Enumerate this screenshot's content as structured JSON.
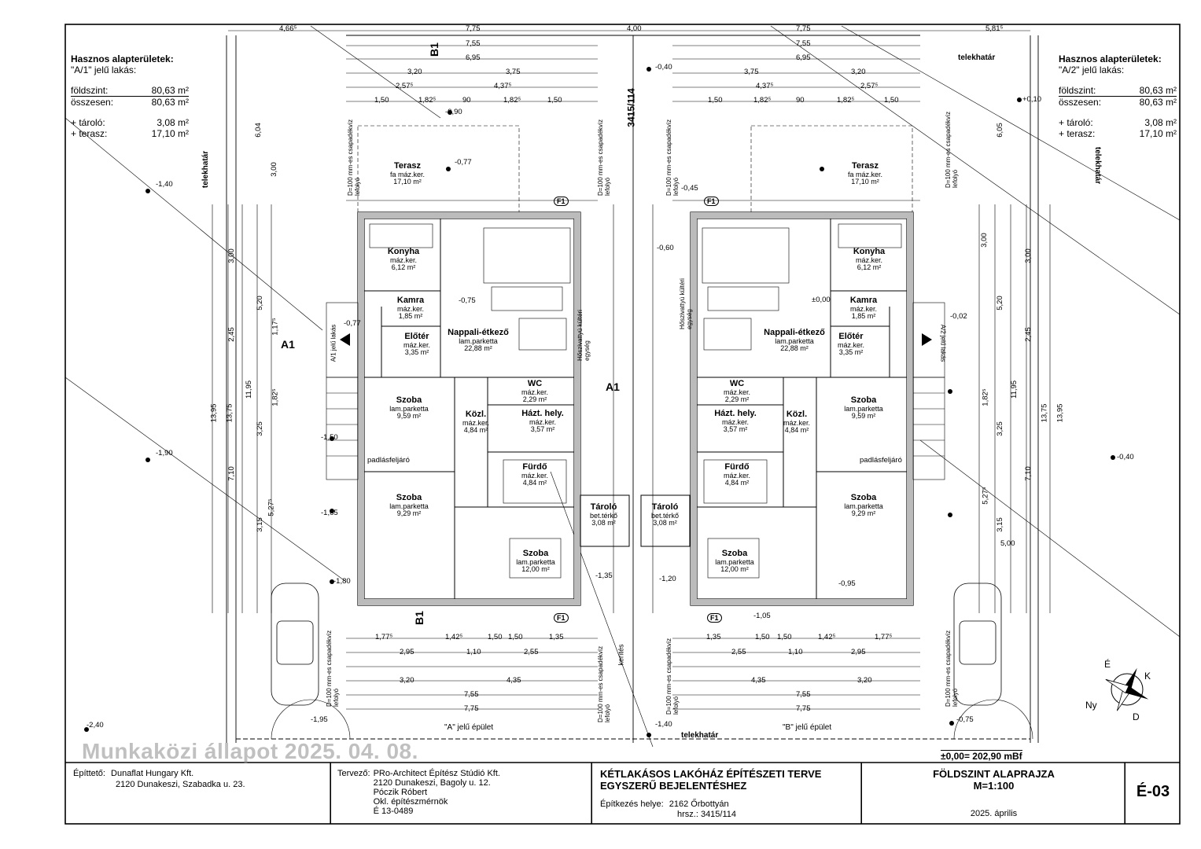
{
  "watermark": "Munkaközi állapot 2025. 04. 08.",
  "areas_left": {
    "title": "Hasznos alapterületek:",
    "unit": "\"A/1\" jelű lakás:",
    "rows": [
      {
        "label": "földszint:",
        "value": "80,63 m²"
      },
      {
        "label": "összesen:",
        "value": "80,63 m²"
      },
      {
        "label": "+ tároló:",
        "value": "3,08 m²"
      },
      {
        "label": "+ terasz:",
        "value": "17,10 m²"
      }
    ]
  },
  "areas_right": {
    "title": "Hasznos alapterületek:",
    "unit": "\"A/2\" jelű lakás:",
    "rows": [
      {
        "label": "földszint:",
        "value": "80,63 m²"
      },
      {
        "label": "összesen:",
        "value": "80,63 m²"
      },
      {
        "label": "+ tároló:",
        "value": "3,08 m²"
      },
      {
        "label": "+ terasz:",
        "value": "17,10 m²"
      }
    ]
  },
  "top_dims": [
    "4,66⁵",
    "7,75",
    "4,00",
    "7,75",
    "5,81⁵"
  ],
  "top_dims_left": [
    "7,55",
    "6,95",
    "3,20",
    "3,75",
    "2,57⁵",
    "4,37⁵",
    "1,50",
    "1,82⁵",
    "90",
    "1,82⁵",
    "1,50"
  ],
  "top_dims_right": [
    "7,55",
    "6,95",
    "3,75",
    "3,20",
    "4,37⁵",
    "2,57⁵",
    "1,50",
    "1,82⁵",
    "90",
    "1,82⁵",
    "1,50"
  ],
  "bottom_dims_left": [
    "1,77⁵",
    "1,42⁵",
    "1,50",
    "1,50",
    "1,35",
    "2,95",
    "1,10",
    "2,55",
    "3,20",
    "4,35",
    "7,55",
    "7,75"
  ],
  "bottom_dims_right": [
    "1,35",
    "1,50",
    "1,50",
    "1,42⁵",
    "1,77⁵",
    "2,55",
    "1,10",
    "2,95",
    "4,35",
    "3,20",
    "7,55",
    "7,75"
  ],
  "rooms_left": [
    {
      "name": "Terasz",
      "finish": "fa máz.ker.",
      "area": "17,10 m²"
    },
    {
      "name": "Konyha",
      "finish": "máz.ker.",
      "area": "6,12 m²"
    },
    {
      "name": "Kamra",
      "finish": "máz.ker.",
      "area": "1,85 m²"
    },
    {
      "name": "Előtér",
      "finish": "máz.ker.",
      "area": "3,35 m²"
    },
    {
      "name": "Nappali-étkező",
      "finish": "lam.parketta",
      "area": "22,88 m²"
    },
    {
      "name": "WC",
      "finish": "máz.ker.",
      "area": "2,29 m²"
    },
    {
      "name": "Közl.",
      "finish": "máz.ker.",
      "area": "4,84 m²"
    },
    {
      "name": "Házt. hely.",
      "finish": "máz.ker.",
      "area": "3,57 m²"
    },
    {
      "name": "Szoba",
      "finish": "lam.parketta",
      "area": "9,59 m²"
    },
    {
      "name": "Fürdő",
      "finish": "máz.ker.",
      "area": "4,84 m²"
    },
    {
      "name": "Szoba",
      "finish": "lam.parketta",
      "area": "9,29 m²"
    },
    {
      "name": "Tároló",
      "finish": "bet.térkő",
      "area": "3,08 m²"
    },
    {
      "name": "Szoba",
      "finish": "lam.parketta",
      "area": "12,00 m²"
    }
  ],
  "rooms_right": [
    {
      "name": "Terasz",
      "finish": "fa máz.ker.",
      "area": "17,10 m²"
    },
    {
      "name": "Konyha",
      "finish": "máz.ker.",
      "area": "6,12 m²"
    },
    {
      "name": "Kamra",
      "finish": "máz.ker.",
      "area": "1,85 m²"
    },
    {
      "name": "Előtér",
      "finish": "máz.ker.",
      "area": "3,35 m²"
    },
    {
      "name": "Nappali-étkező",
      "finish": "lam.parketta",
      "area": "22,88 m²"
    },
    {
      "name": "WC",
      "finish": "máz.ker.",
      "area": "2,29 m²"
    },
    {
      "name": "Közl.",
      "finish": "máz.ker.",
      "area": "4,84 m²"
    },
    {
      "name": "Házt. hely.",
      "finish": "máz.ker.",
      "area": "3,57 m²"
    },
    {
      "name": "Szoba",
      "finish": "lam.parketta",
      "area": "9,59 m²"
    },
    {
      "name": "Fürdő",
      "finish": "máz.ker.",
      "area": "4,84 m²"
    },
    {
      "name": "Szoba",
      "finish": "lam.parketta",
      "area": "9,29 m²"
    },
    {
      "name": "Tároló",
      "finish": "bet.térkő",
      "area": "3,08 m²"
    },
    {
      "name": "Szoba",
      "finish": "lam.parketta",
      "area": "12,00 m²"
    }
  ],
  "labels": {
    "telekhatar": "telekhatár",
    "hrsz": "3415/114",
    "building_a": "\"A\" jelű épület",
    "building_b": "\"B\" jelű épület",
    "padlas": "padlásfeljáró",
    "section_a": "A1",
    "section_b": "B1",
    "f1": "F1",
    "downpipe": "D=100 mm-es csapadékvíz lefolyó",
    "hoszivattyu": "Hőszivattyú kültéri egység",
    "kerites": "kerítés",
    "zero_level": "±0,00= 202,90 mBf",
    "compass": [
      "É",
      "K",
      "D",
      "Ny"
    ],
    "lakas_a1": "A/1 jelű lakás",
    "lakas_a2": "A/2 jelű lakás"
  },
  "levels": [
    "-1,40",
    "-1,90",
    "-1,50",
    "-1,65",
    "-1,80",
    "-1,95",
    "-2,40",
    "-0,90",
    "-0,77",
    "-0,75",
    "-0,40",
    "+0,10",
    "-0,45",
    "-0,60",
    "-0,40",
    "-0,75",
    "-1,40",
    "-1,35",
    "-1,20",
    "-1,05",
    "-0,95",
    "-0,77",
    "±0,00",
    "-0,02"
  ],
  "left_vert_dims": [
    "6,04",
    "3,00",
    "3,00",
    "2,45",
    "11,95",
    "13,95",
    "13,75",
    "7,10",
    "3,25",
    "5,20",
    "5,27⁵",
    "3,15",
    "1,82⁵",
    "1,17⁵"
  ],
  "right_vert_dims": [
    "6,05",
    "3,00",
    "3,00",
    "2,45",
    "11,95",
    "13,95",
    "13,75",
    "7,10",
    "3,25",
    "5,20",
    "5,27⁵",
    "3,15",
    "5,00",
    "1,82⁵"
  ],
  "title_block": {
    "builder_label": "Építtető:",
    "builder_name": "Dunaflat Hungary Kft.",
    "builder_addr": "2120 Dunakeszi, Szabadka u. 23.",
    "designer_label": "Tervező:",
    "designer_lines": [
      "PRo-Architect Építész Stúdió Kft.",
      "2120 Dunakeszi, Bagoly u. 12.",
      "Póczik Róbert",
      "Okl. építészmérnök",
      "É 13-0489"
    ],
    "project_title_1": "KÉTLAKÁSOS LAKÓHÁZ ÉPÍTÉSZETI TERVE",
    "project_title_2": "EGYSZERŰ BEJELENTÉSHEZ",
    "site_label": "Építkezés helye:",
    "site_value": "2162 Őrbottyán",
    "hrsz_value": "hrsz.: 3415/114",
    "sheet_title": "FÖLDSZINT ALAPRAJZA",
    "scale": "M=1:100",
    "date": "2025. április",
    "sheet_no": "É-03"
  }
}
